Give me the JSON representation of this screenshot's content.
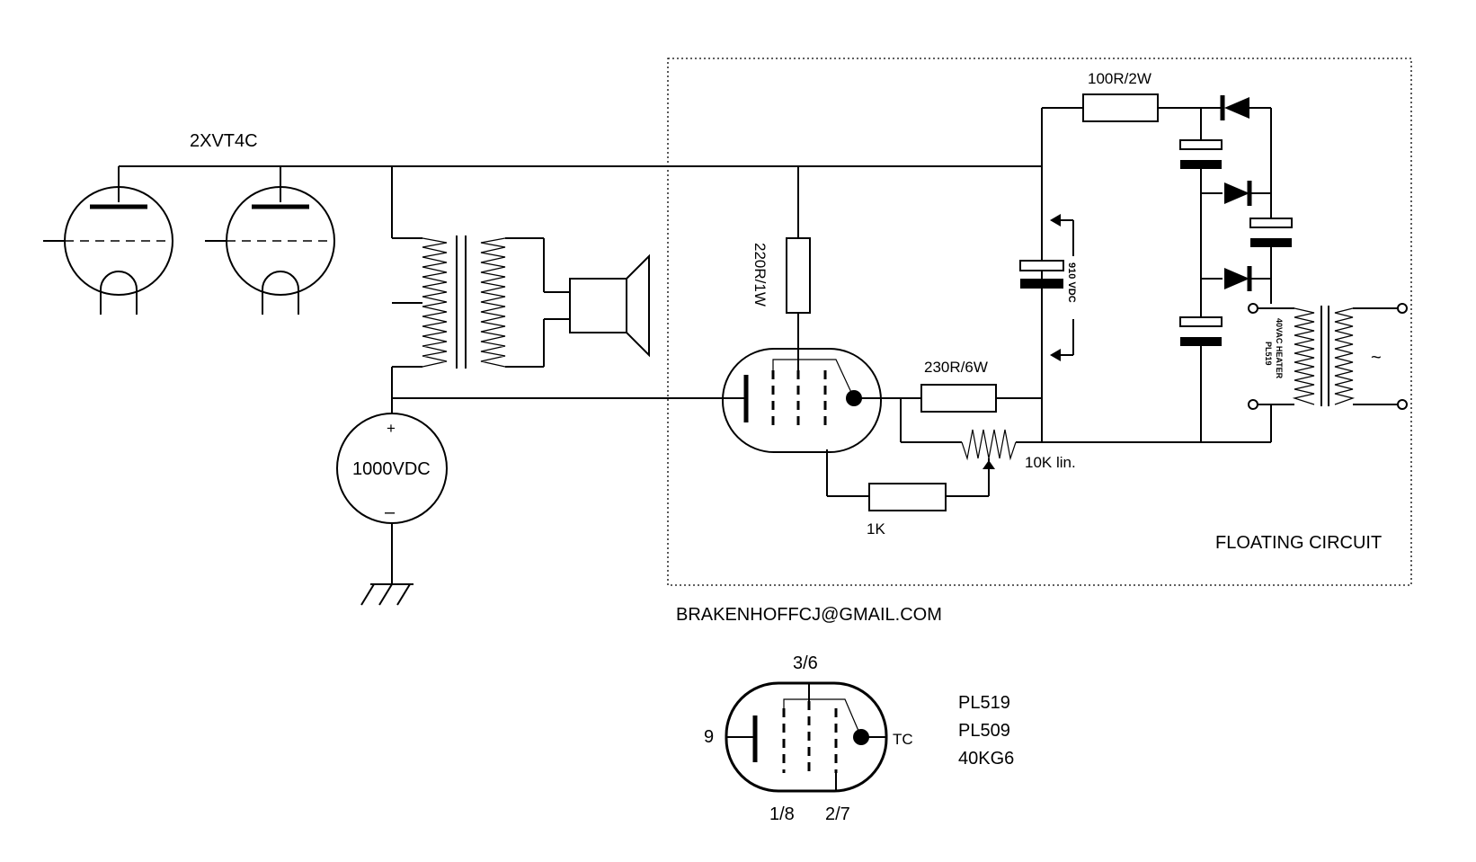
{
  "labels": {
    "output_tubes": "2XVT4C",
    "hv_supply": "1000VDC",
    "hv_plus": "+",
    "hv_minus": "–",
    "anode_resistor": "220R/1W",
    "cathode_resistor": "230R/6W",
    "pot": "10K lin.",
    "grid_resistor": "1K",
    "top_resistor": "100R/2W",
    "voltage_readout": "910 VDC",
    "heater_transformer_line1": "40VAC HEATER",
    "heater_transformer_line2": "PL519",
    "ac_symbol": "~",
    "floating_circuit": "FLOATING CIRCUIT",
    "email": "BRAKENHOFFCJ@GMAIL.COM"
  },
  "pinout": {
    "pin_top": "3/6",
    "pin_left": "9",
    "pin_right": "TC",
    "pin_bottom_left": "1/8",
    "pin_bottom_right": "2/7",
    "tube_types": [
      "PL519",
      "PL509",
      "40KG6"
    ]
  },
  "icons": {
    "triode": "triode-tube-icon",
    "output_transformer": "output-transformer-icon",
    "speaker": "speaker-icon",
    "pentode": "pentode-tube-icon",
    "diode": "diode-icon",
    "capacitor": "capacitor-icon",
    "ground": "ground-icon"
  }
}
